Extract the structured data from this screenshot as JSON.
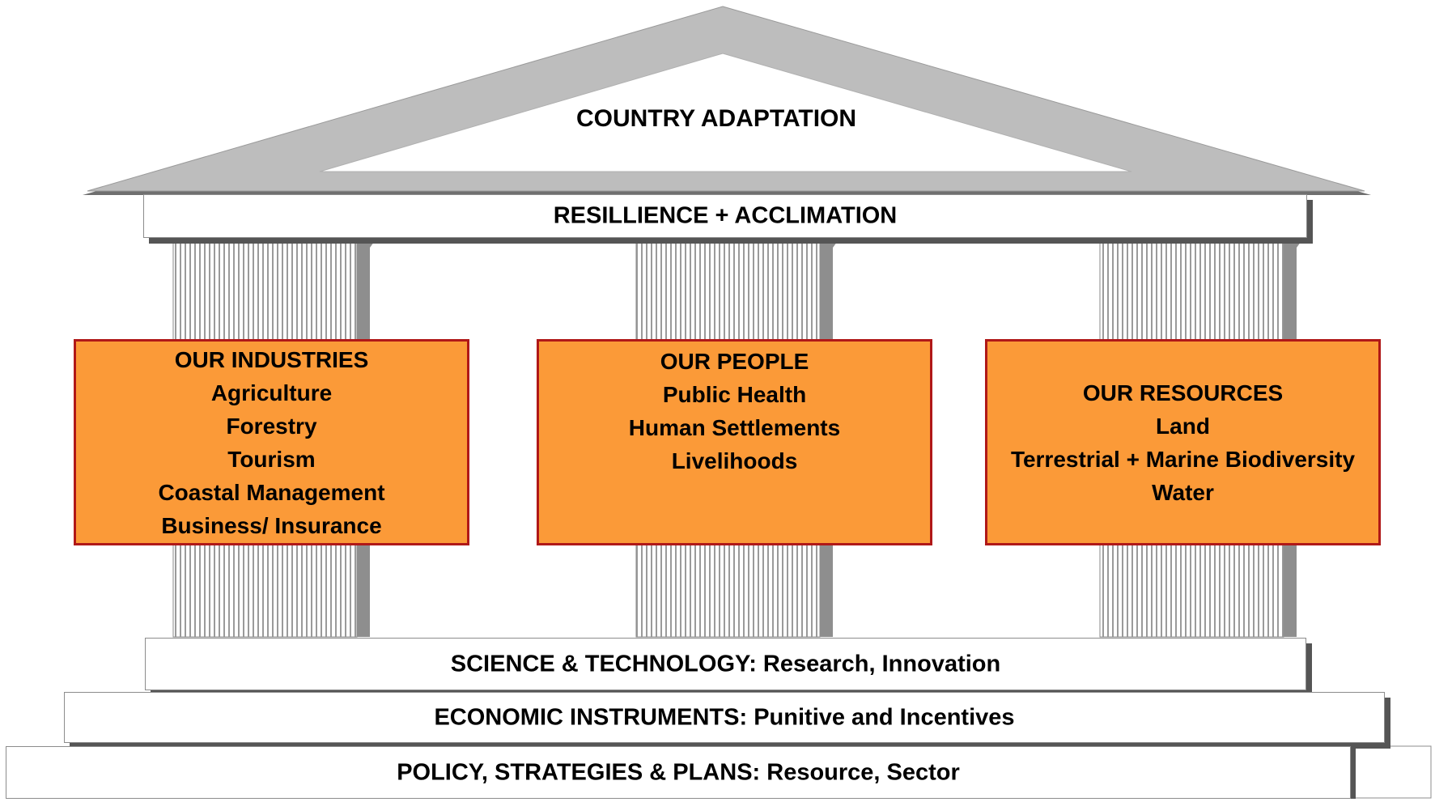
{
  "diagram": {
    "roof_label": "COUNTRY ADAPTATION",
    "beam_label": "RESILLIENCE + ACCLIMATION",
    "pillars": [
      {
        "title": "OUR INDUSTRIES",
        "items": [
          "Agriculture",
          "Forestry",
          "Tourism",
          "Coastal Management",
          "Business/ Insurance"
        ]
      },
      {
        "title": "OUR PEOPLE",
        "items": [
          "Public Health",
          "Human Settlements",
          "Livelihoods"
        ]
      },
      {
        "title": "OUR RESOURCES",
        "items": [
          "Land",
          "Terrestrial + Marine Biodiversity",
          "Water"
        ]
      }
    ],
    "foundation": [
      {
        "label": "SCIENCE & TECHNOLOGY:",
        "detail": "Research, Innovation"
      },
      {
        "label": "ECONOMIC INSTRUMENTS:",
        "detail": "Punitive and Incentives"
      },
      {
        "label": "POLICY, STRATEGIES & PLANS:",
        "detail": "Resource, Sector"
      }
    ]
  },
  "colors": {
    "box_fill": "#fb9a38",
    "box_border": "#b01818",
    "roof_fill": "#b9b9b9",
    "column_stripe": "#9a9a9a"
  }
}
